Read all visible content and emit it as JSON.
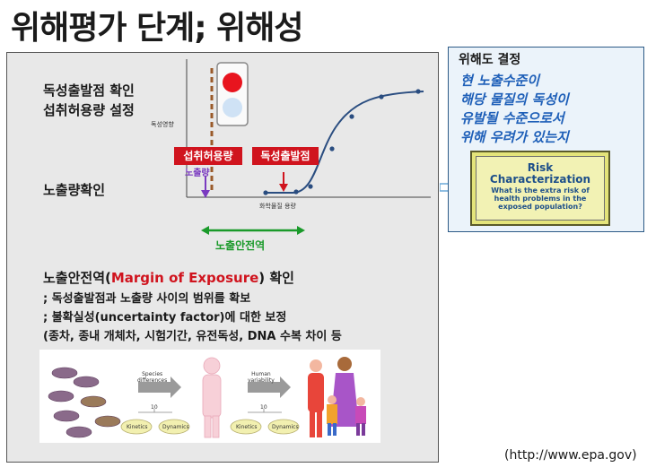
{
  "title": "위해평가 단계; 위해성",
  "chart": {
    "label_confirm_1": "독성출발점 확인",
    "label_confirm_2": "섭취허용량 설정",
    "y_axis_label": "독성영향",
    "x_axis_label": "화학물질 용량",
    "intake_box": "섭취허용량",
    "tox_start_box": "독성출발점",
    "exposure_overlap": "노출량",
    "exposure_check": "노출량확인",
    "moe_arrow_label": "노출안전역"
  },
  "moe": {
    "title_prefix": "노출안전역(",
    "title_red": "Margin of Exposure",
    "title_suffix": ") 확인",
    "line1": "; 독성출발점과 노출량 사이의 범위를 확보",
    "line2": "; 불확실성(uncertainty factor)에 대한 보정",
    "line3": "(종차, 종내 개체차, 시험기간, 유전독성, DNA 수복 차이 등"
  },
  "illustration": {
    "species_label": "Species\ndifferences",
    "human_label": "Human\nvariability",
    "num1": "10",
    "num2": "10",
    "kinetics1": "Kinetics",
    "dynamics1": "Dynamics",
    "kinetics2": "Kinetics",
    "dynamics2": "Dynamics"
  },
  "hazard": {
    "heading": "위해도 결정",
    "line1": "현 노출수준이",
    "line2": "해당 물질의 독성이",
    "line3": "유발될 수준으로서",
    "line4": "위해 우려가 있는지"
  },
  "risk_box": {
    "title1": "Risk",
    "title2": "Characterization",
    "sub1": "What is the extra risk of",
    "sub2": "health problems in the",
    "sub3": "exposed population?"
  },
  "source": "(http://www.epa.gov)",
  "colors": {
    "red": "#d0141e",
    "blue_text": "#1e5fb8",
    "green": "#1a9a2a",
    "curve": "#2a4d80"
  }
}
